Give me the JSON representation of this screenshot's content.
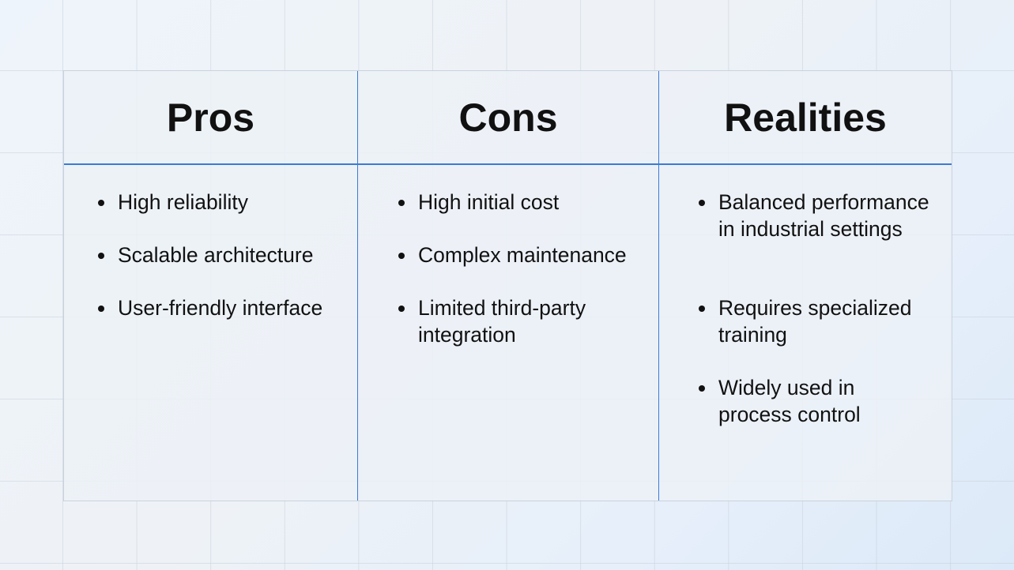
{
  "columns": [
    {
      "title": "Pros",
      "items": [
        "High reliability",
        "Scalable architecture",
        "User-friendly interface"
      ]
    },
    {
      "title": "Cons",
      "items": [
        "High initial cost",
        "Complex maintenance",
        "Limited third-party integration"
      ]
    },
    {
      "title": "Realities",
      "items": [
        "Balanced performance in industrial settings",
        "Requires specialized training",
        "Widely used in process control"
      ]
    }
  ],
  "colors": {
    "accent": "#3a7bd5"
  }
}
